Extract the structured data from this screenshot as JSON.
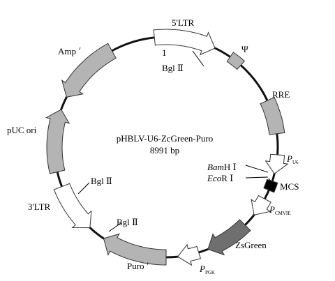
{
  "plasmid": {
    "name": "pHBLV-U6-ZcGreen-Puro",
    "size": "8991 bp"
  },
  "colors": {
    "backbone": "#111111",
    "gray_feature": "#b4b4b4",
    "dark_feature": "#6f6f6f",
    "white_feature": "#ffffff",
    "outline": "#333333"
  },
  "features": [
    {
      "id": "5ltr",
      "label": "5'LTR",
      "fill": "white"
    },
    {
      "id": "psi",
      "label": "Ψ",
      "fill": "gray"
    },
    {
      "id": "rre",
      "label": "RRE",
      "fill": "gray"
    },
    {
      "id": "pu6",
      "label": "P",
      "sub": "U6",
      "fill": "white"
    },
    {
      "id": "mcs",
      "label": "MCS",
      "fill": "black"
    },
    {
      "id": "pcmvie",
      "label": "P",
      "sub": "CMVIE",
      "fill": "white"
    },
    {
      "id": "zsgreen",
      "label": "ZsGreen",
      "fill": "dark"
    },
    {
      "id": "ppgk",
      "label": "P",
      "sub": "PGK",
      "fill": "white"
    },
    {
      "id": "puro",
      "label": "Puro",
      "sup": "r",
      "fill": "gray"
    },
    {
      "id": "3ltr",
      "label": "3'LTR",
      "fill": "white"
    },
    {
      "id": "puc",
      "label": "pUC ori",
      "fill": "gray"
    },
    {
      "id": "amp",
      "label": "Amp",
      "sup": "r",
      "fill": "gray"
    }
  ],
  "sites": {
    "one_marker": "1",
    "bglii_top": "Bgl Ⅱ",
    "bglii_left": "Bgl Ⅱ",
    "bglii_bottom": "Bgl Ⅱ",
    "bamhi_italic": "Bam",
    "bamhi_rest": "H Ⅰ",
    "ecori_italic": "Eco",
    "ecori_rest": "R Ⅰ"
  }
}
